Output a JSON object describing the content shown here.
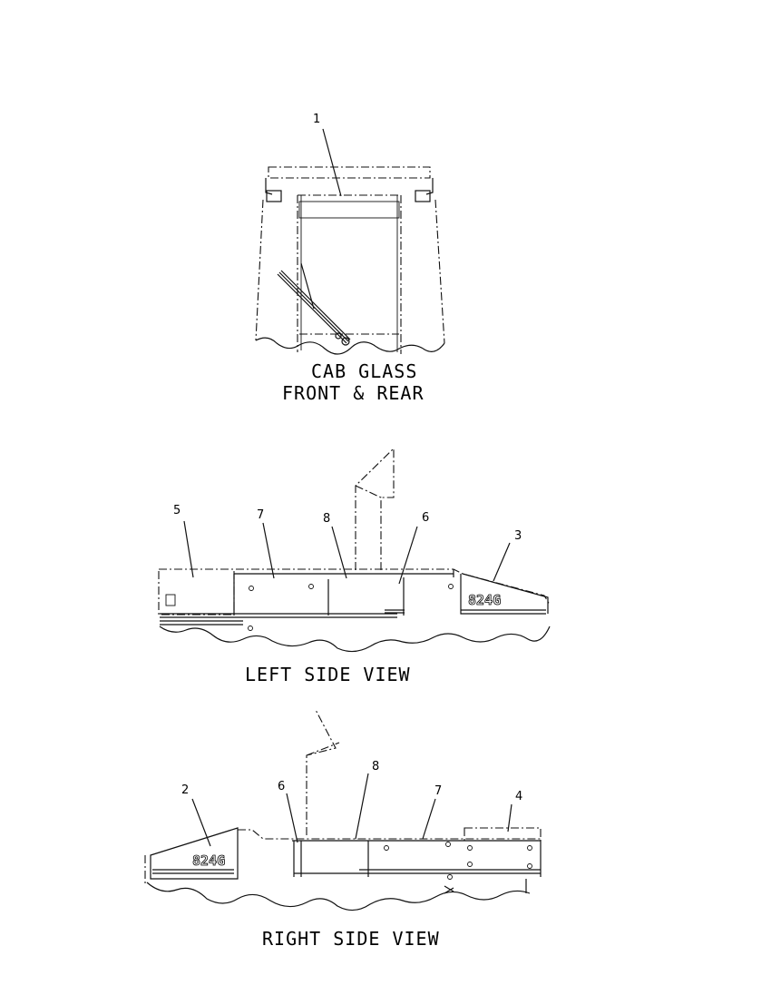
{
  "views": [
    {
      "id": "cab-glass",
      "caption_line1": "CAB GLASS",
      "caption_line2": "FRONT & REAR",
      "callouts": [
        "1"
      ]
    },
    {
      "id": "left-side",
      "caption": "LEFT SIDE VIEW",
      "callouts": [
        "5",
        "7",
        "8",
        "6",
        "3"
      ],
      "plate_text": "824G"
    },
    {
      "id": "right-side",
      "caption": "RIGHT SIDE VIEW",
      "callouts": [
        "2",
        "6",
        "8",
        "7",
        "4"
      ],
      "plate_text": "824G"
    }
  ]
}
